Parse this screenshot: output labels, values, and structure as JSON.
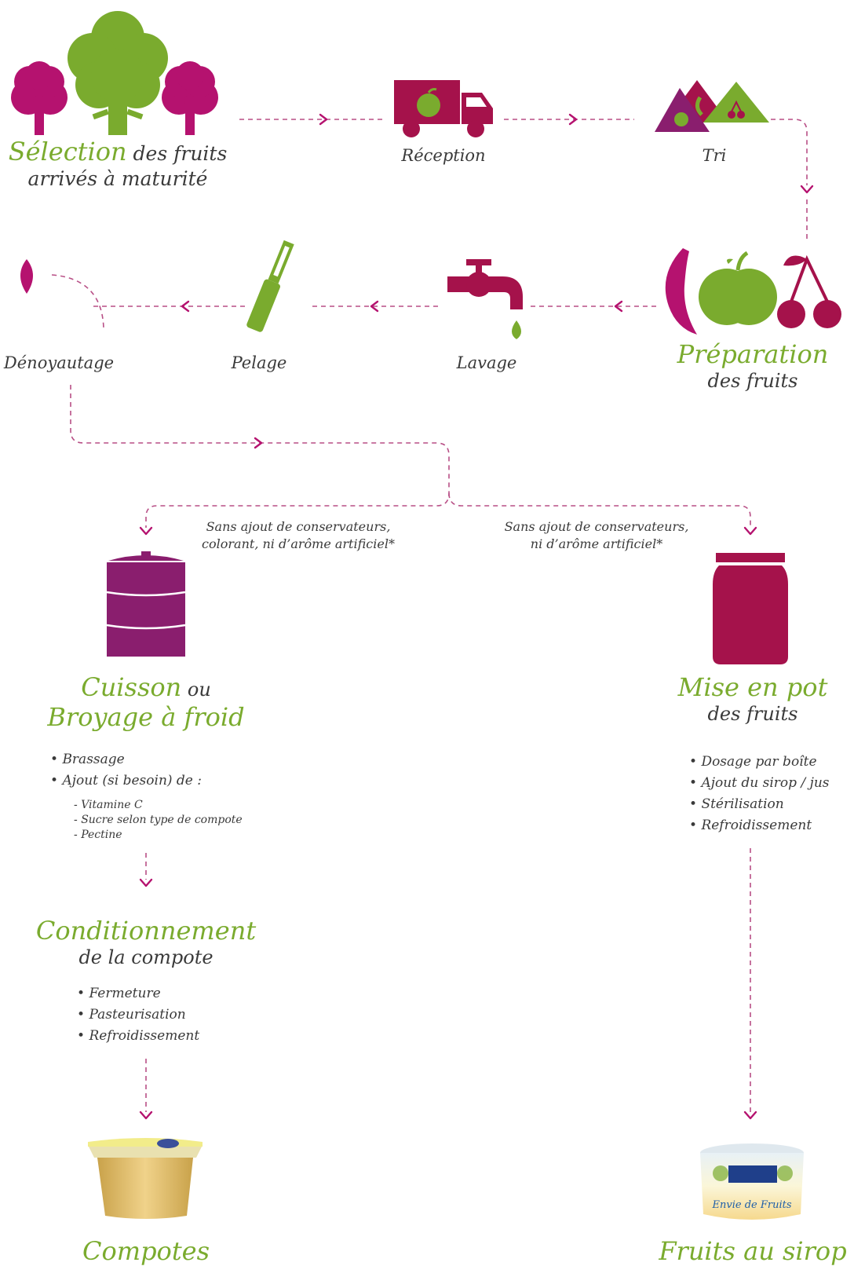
{
  "colors": {
    "green": "#7aab2e",
    "magenta": "#b5126f",
    "purple": "#8a1e6e",
    "crimson": "#a5124b",
    "line": "#b84f86"
  },
  "steps": {
    "selection": {
      "title_green": "Sélection",
      "title_rest": " des fruits",
      "line2": "arrivés à maturité",
      "icon": "trees-icon"
    },
    "reception": {
      "label": "Réception",
      "icon": "truck-icon"
    },
    "tri": {
      "label": "Tri",
      "icon": "sorting-bags-icon"
    },
    "preparation": {
      "title": "Préparation",
      "sub": "des fruits",
      "icon": "fruits-icon"
    },
    "lavage": {
      "label": "Lavage",
      "icon": "faucet-icon"
    },
    "pelage": {
      "label": "Pelage",
      "icon": "peeler-icon"
    },
    "denoyautage": {
      "label": "Dénoyautage",
      "icon": "pit-icon"
    }
  },
  "notes": {
    "left": [
      "Sans ajout de conservateurs,",
      "colorant, ni d’arôme artificiel*"
    ],
    "right": [
      "Sans ajout de conservateurs,",
      "ni d’arôme artificiel*"
    ]
  },
  "cuisson": {
    "title_a": "Cuisson",
    "title_a_rest": " ou",
    "title_b": "Broyage à froid",
    "bullets": [
      "Brassage",
      "Ajout (si besoin) de :"
    ],
    "sub_bullets": [
      "Vitamine C",
      "Sucre selon type de compote",
      "Pectine"
    ]
  },
  "mise_en_pot": {
    "title": "Mise en pot",
    "sub": "des fruits",
    "bullets": [
      "Dosage par boîte",
      "Ajout du sirop / jus",
      "Stérilisation",
      "Refroidissement"
    ]
  },
  "conditionnement": {
    "title": "Conditionnement",
    "sub": "de la compote",
    "bullets": [
      "Fermeture",
      "Pasteurisation",
      "Refroidissement"
    ]
  },
  "products": {
    "compotes": {
      "label": "Compotes"
    },
    "fruits_sirop": {
      "label": "Fruits au sirop",
      "brand_text": "Envie de Fruits"
    }
  }
}
